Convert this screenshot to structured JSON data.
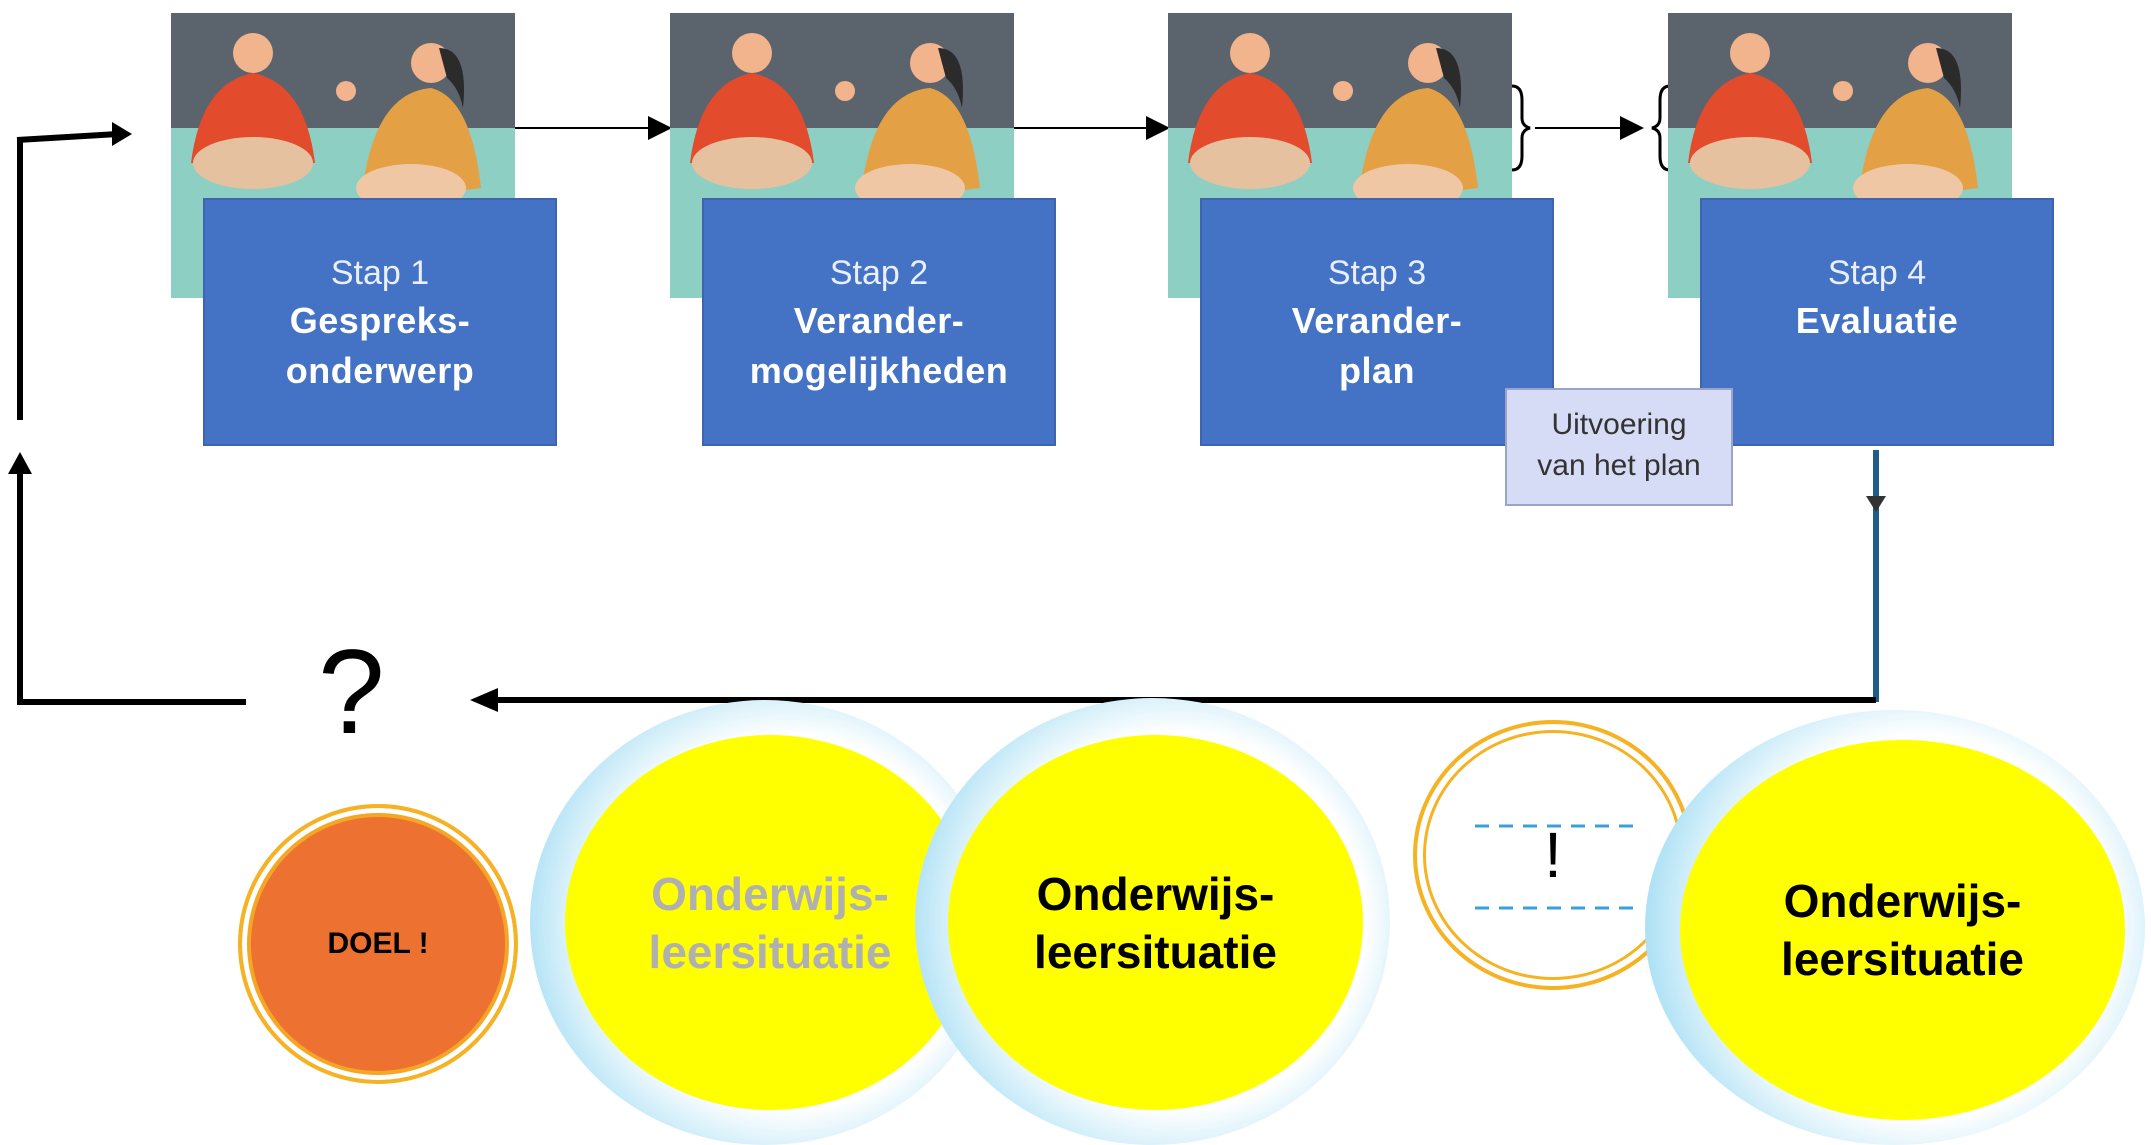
{
  "steps": [
    {
      "number": "Stap 1",
      "title_line1": "Gespreks-",
      "title_line2": "onderwerp"
    },
    {
      "number": "Stap 2",
      "title_line1": "Verander-",
      "title_line2": "mogelijkheden"
    },
    {
      "number": "Stap 3",
      "title_line1": "Verander-",
      "title_line2": "plan"
    },
    {
      "number": "Stap 4",
      "title_line1": "Evaluatie",
      "title_line2": ""
    }
  ],
  "execution": {
    "line1": "Uitvoering",
    "line2": "van het plan"
  },
  "question_mark": "?",
  "goal": "DOEL !",
  "exclamation": "!",
  "situations": [
    {
      "line1": "Onderwijs-",
      "line2": "leersituatie",
      "faded": true
    },
    {
      "line1": "Onderwijs-",
      "line2": "leersituatie",
      "faded": false
    },
    {
      "line1": "Onderwijs-",
      "line2": "leersituatie",
      "faded": false
    }
  ],
  "colors": {
    "step_box": "#4472c4",
    "execution_box": "#d6dcf5",
    "goal": "#ed7131",
    "situation": "#ffff00",
    "halo": "#8fd3ef",
    "faded_text": "#b0b0b0",
    "arrow_blue": "#1f5c8a"
  }
}
